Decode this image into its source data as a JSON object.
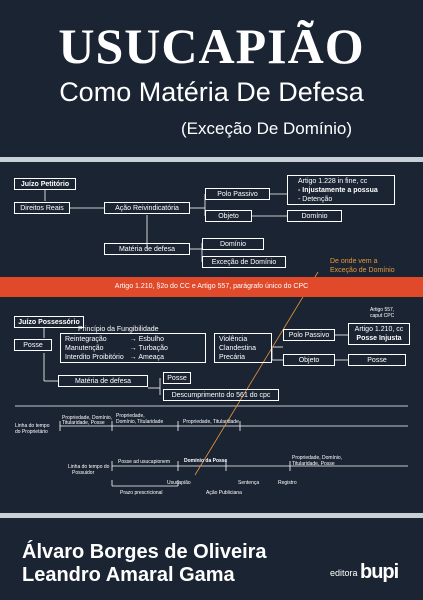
{
  "cover": {
    "title": "USUCAPIÃO",
    "subtitle": "Como Matéria De Defesa",
    "subtitle2": "(Exceção De Domínio)"
  },
  "diagram": {
    "juizo_peticiorio": "Juízo Petitório",
    "direitos_reais": "Direitos Reais",
    "acao_reivindicatoria": "Ação Reivindicatória",
    "polo_passivo": "Polo Passivo",
    "artigo_1228": "Artigo 1.228 in fine, cc",
    "injustamente": "- Injustamente a possua",
    "detencao": "- Detenção",
    "objeto": "Objeto",
    "dominio": "Domínio",
    "materia_de_defesa": "Matéria de defesa",
    "dominio2": "Domínio",
    "excecao_dominio": "Exceção de Domínio",
    "de_onde_vem": "De onde vem a",
    "excecao_de_dominio_note": "Exceção de Domínio",
    "red_band": "Artigo 1.210, §2o do CC e Artigo 557, parágrafo único do CPC",
    "juizo_possessorio": "Juízo Possessório",
    "principio": "Princípio da Fungibilidade",
    "posse": "Posse",
    "reintegracao": "Reintegração",
    "manutencao": "Manutenção",
    "interdito": "Interdito Proibitório",
    "esbulho": "→ Esbulho",
    "turbacao": "→ Turbação",
    "ameaca": "→ Ameaça",
    "violencia": "Violência",
    "clandestina": "Clandestina",
    "precaria": "Precária",
    "polo_passivo2": "Polo Passivo",
    "artigo_557_a": "Artigo 557,",
    "artigo_557_b": "caput CPC",
    "artigo_1210": "Artigo 1.210, cc",
    "posse_injusta": "Posse Injusta",
    "objeto2": "Objeto",
    "posse2": "Posse",
    "materia_de_defesa2": "Matéria de defesa",
    "posse3": "Posse",
    "descumprimento": "Descumprimento do 561 do cpc"
  },
  "timeline1": {
    "label_a": "Linha do tempo",
    "label_b": "do Proprietário",
    "seg1_a": "Propriedade, Domínio,",
    "seg1_b": "Titularidade, Posse",
    "seg2_a": "Propriedade,",
    "seg2_b": "Domínio, Titularidade",
    "seg3": "Propriedade, Titularidade"
  },
  "timeline2": {
    "label_a": "Linha do tempo do",
    "label_b": "Possuidor",
    "posse_usucapiendo": "Posse ad usucapionem",
    "dominio_posse": "Domínio da Posse",
    "seg_right_a": "Propriedade, Domínio,",
    "seg_right_b": "Titularidade, Posse",
    "usucapiao": "Usucapião",
    "sentenca": "Sentença",
    "registro": "Registro",
    "prazo": "Prazo prescricional",
    "acao_publiciana": "Ação Publiciana"
  },
  "authors": [
    "Álvaro Borges de Oliveira",
    "Leandro Amaral Gama"
  ],
  "publisher": {
    "prefix": "editora",
    "name": "bupi"
  }
}
